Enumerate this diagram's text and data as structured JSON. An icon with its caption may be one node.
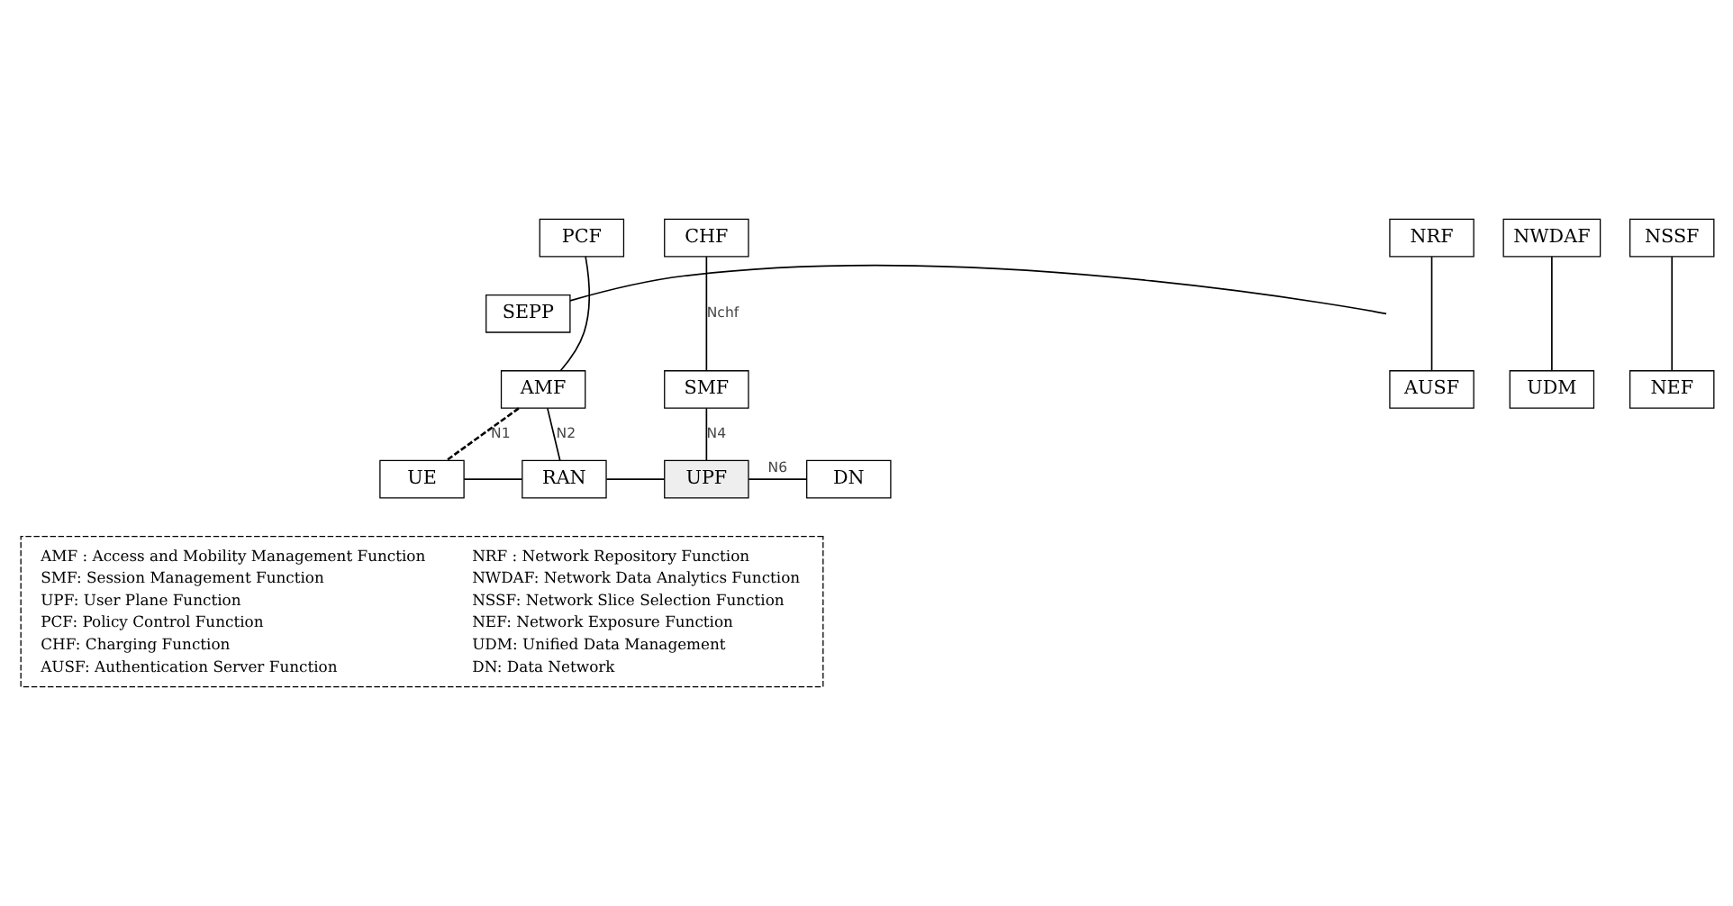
{
  "diagram": {
    "nodes": [
      {
        "text": [
          "PCF"
        ]
      },
      {
        "text": [
          "CHF"
        ]
      },
      {
        "text": [
          "NRF"
        ]
      },
      {
        "text": [
          "NWDAF"
        ]
      },
      {
        "text": [
          "NSSF"
        ]
      },
      {
        "text": [
          "SEPP"
        ]
      },
      {
        "text": [
          "AMF"
        ]
      },
      {
        "text": [
          "SMF"
        ]
      },
      {
        "text": [
          "AUSF"
        ]
      },
      {
        "text": [
          "UDM"
        ]
      },
      {
        "text": [
          "NEF"
        ]
      },
      {
        "text": [
          "UE"
        ]
      },
      {
        "text": [
          "RAN"
        ]
      },
      {
        "text": [
          "UPF"
        ]
      },
      {
        "text": [
          "DN"
        ]
      },
      {
        "text": [
          "AMF : Access and Mobility Management Function",
          "SMF: Session Management Function",
          "UPF: User Plane Function",
          "PCF: Policy Control Function",
          "CHF: Charging Function",
          "AUSF: Authentication Server Function",
          "NRF : Network Repository Function",
          "NWDAF: Network Data Analytics Function",
          "NSSF: Network Slice Selection Function",
          "NEF: Network Exposure Function",
          "UDM: Unified Data Management",
          "DN: Data Network"
        ]
      }
    ],
    "edges": [
      {
        "from": 5,
        "to": null,
        "arrow": "none"
      },
      {
        "from": 0,
        "to": 6,
        "arrow": "none"
      },
      {
        "from": 1,
        "to": 7,
        "arrow": "none",
        "label": "Nchf"
      },
      {
        "from": 2,
        "to": 8,
        "arrow": "none"
      },
      {
        "from": 3,
        "to": 9,
        "arrow": "none"
      },
      {
        "from": 4,
        "to": 10,
        "arrow": "none"
      },
      {
        "from": 6,
        "to": 11,
        "arrow": "none",
        "label": "N1",
        "style": "dashed"
      },
      {
        "from": 6,
        "to": 12,
        "arrow": "none",
        "label": "N2"
      },
      {
        "from": 7,
        "to": 13,
        "arrow": "none",
        "label": "N4"
      },
      {
        "from": 11,
        "to": 12,
        "arrow": "none"
      },
      {
        "from": 12,
        "to": 13,
        "arrow": "none"
      },
      {
        "from": 13,
        "to": 14,
        "arrow": "none",
        "label": "N6"
      }
    ]
  }
}
